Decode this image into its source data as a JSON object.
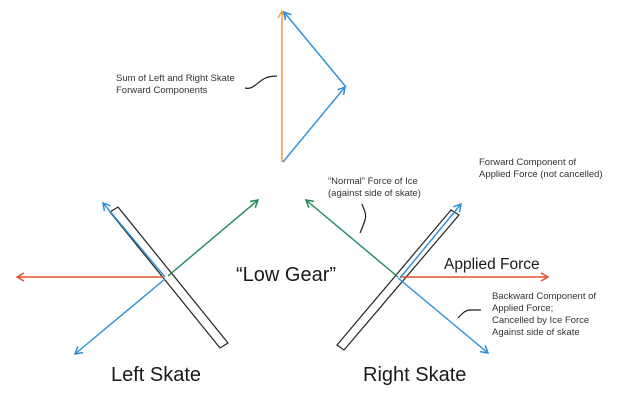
{
  "colors": {
    "applied_force": "#e0522a",
    "component": "#2b8fd6",
    "normal_force": "#1f8a57",
    "sum": "#f0a050",
    "skate_outline": "#222222",
    "leader": "#222222"
  },
  "labels": {
    "sum_line1": "Sum of Left and Right Skate",
    "sum_line2": "Forward Components",
    "normal_line1": "“Normal” Force of Ice",
    "normal_line2": "(against side of skate)",
    "forward_line1": "Forward Component of",
    "forward_line2": "Applied Force (not cancelled)",
    "applied_force": "Applied Force",
    "backward_line1": "Backward Component of",
    "backward_line2": "Applied Force;",
    "backward_line3": "Cancelled by Ice Force",
    "backward_line4": "Against side of skate",
    "low_gear": "“Low Gear”",
    "left_skate": "Left Skate",
    "right_skate": "Right Skate"
  }
}
